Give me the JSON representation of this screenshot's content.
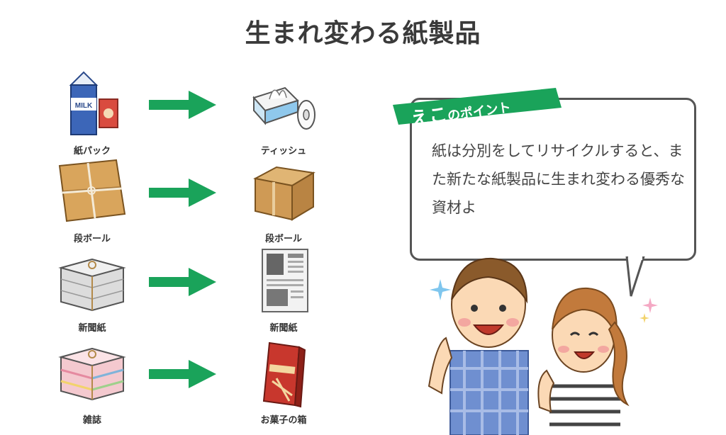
{
  "title": "生まれ変わる紙製品",
  "rows": [
    {
      "from": "紙パック",
      "to": "ティッシュ"
    },
    {
      "from": "段ボール",
      "to": "段ボール"
    },
    {
      "from": "新聞紙",
      "to": "新聞紙"
    },
    {
      "from": "雑誌",
      "to": "お菓子の箱"
    }
  ],
  "point": {
    "eco": "えこ",
    "rest": "のポイント",
    "message": "紙は分別をしてリサイクルすると、また新たな紙製品に生まれ変わる優秀な資材よ"
  },
  "illustration": {
    "milk_label": "MILK"
  },
  "colors": {
    "arrow": "#1aa35a",
    "tag": "#1aa35a"
  }
}
